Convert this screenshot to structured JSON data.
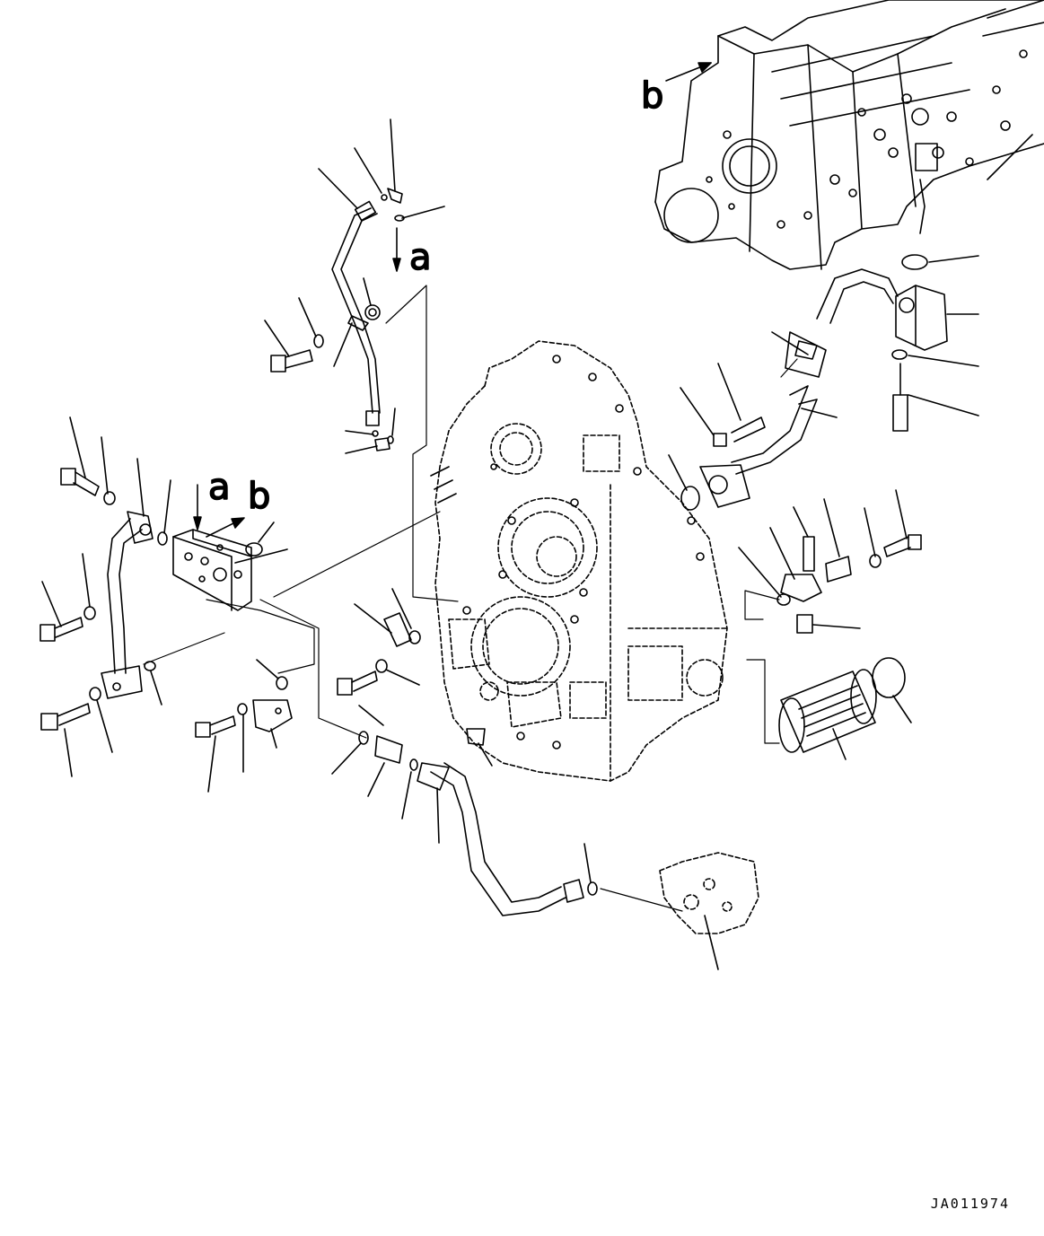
{
  "diagram": {
    "callouts": {
      "a_top": "a",
      "a_left": "a",
      "b_left": "b",
      "b_engine": "b"
    },
    "drawing_code": "JA011974"
  }
}
